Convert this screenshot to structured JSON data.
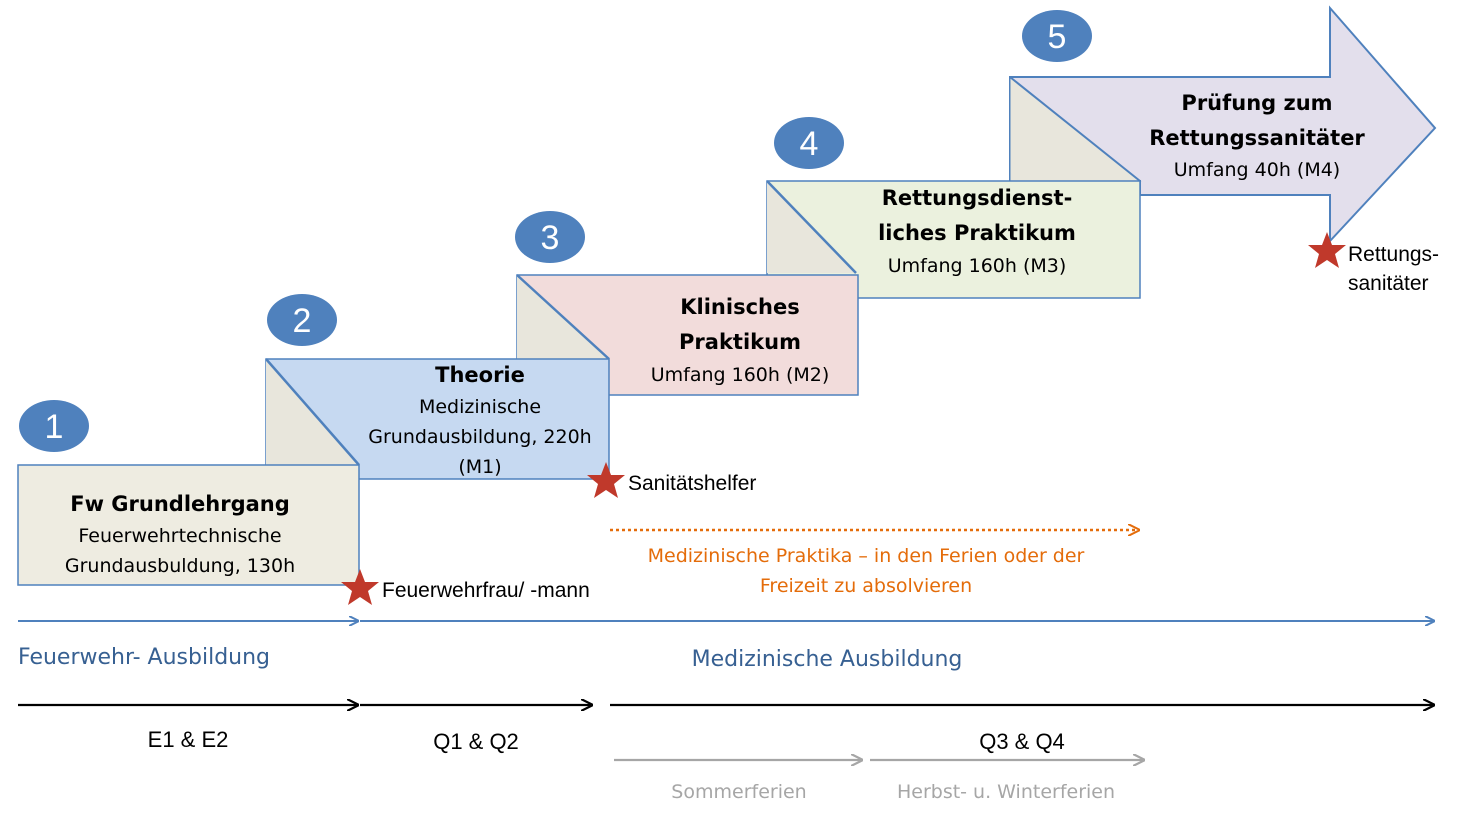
{
  "steps": [
    {
      "number": "1",
      "title_lines": [
        "Fw Grundlehrgang"
      ],
      "detail_lines": [
        "Feuerwehrtechnische",
        "Grundausbuldung, 130h"
      ]
    },
    {
      "number": "2",
      "title_lines": [
        "Theorie"
      ],
      "detail_lines": [
        "Medizinische",
        "Grundausbildung, 220h",
        "(M1)"
      ]
    },
    {
      "number": "3",
      "title_lines": [
        "Klinisches",
        "Praktikum"
      ],
      "detail_lines": [
        "Umfang 160h (M2)"
      ]
    },
    {
      "number": "4",
      "title_lines": [
        "Rettungsdienst-",
        "liches Praktikum"
      ],
      "detail_lines": [
        "Umfang 160h (M3)"
      ]
    },
    {
      "number": "5",
      "title_lines": [
        "Prüfung zum",
        "Rettungssanitäter"
      ],
      "detail_lines": [
        "Umfang 40h (M4)"
      ]
    }
  ],
  "milestones": [
    {
      "lines": [
        "Feuerwehrfrau/ -mann"
      ]
    },
    {
      "lines": [
        "Sanitätshelfer"
      ]
    },
    {
      "lines": [
        "Rettungs-",
        "sanitäter"
      ]
    }
  ],
  "praktika_note": [
    "Medizinische Praktika – in den Ferien oder der",
    "Freizeit zu absolvieren"
  ],
  "tracks": {
    "feuerwehr": "Feuerwehr- Ausbildung",
    "medizin": "Medizinische Ausbildung"
  },
  "phases": [
    "E1 & E2",
    "Q1 & Q2",
    "Q3 & Q4"
  ],
  "holidays": [
    "Sommerferien",
    "Herbst- u. Winterferien"
  ],
  "colors": {
    "circle": "#4f81bd",
    "box1": "#eeece1",
    "box2": "#c6d9f1",
    "box3": "#f2dcdb",
    "box4": "#ebf1de",
    "box5": "#e3dfec",
    "fold": "#e8e6dc",
    "border": "#4f81bd",
    "note": "#e46c0a",
    "track": "#4f81bd",
    "track_text": "#376092",
    "star": "#c0392b",
    "holiday": "#a6a6a6"
  }
}
